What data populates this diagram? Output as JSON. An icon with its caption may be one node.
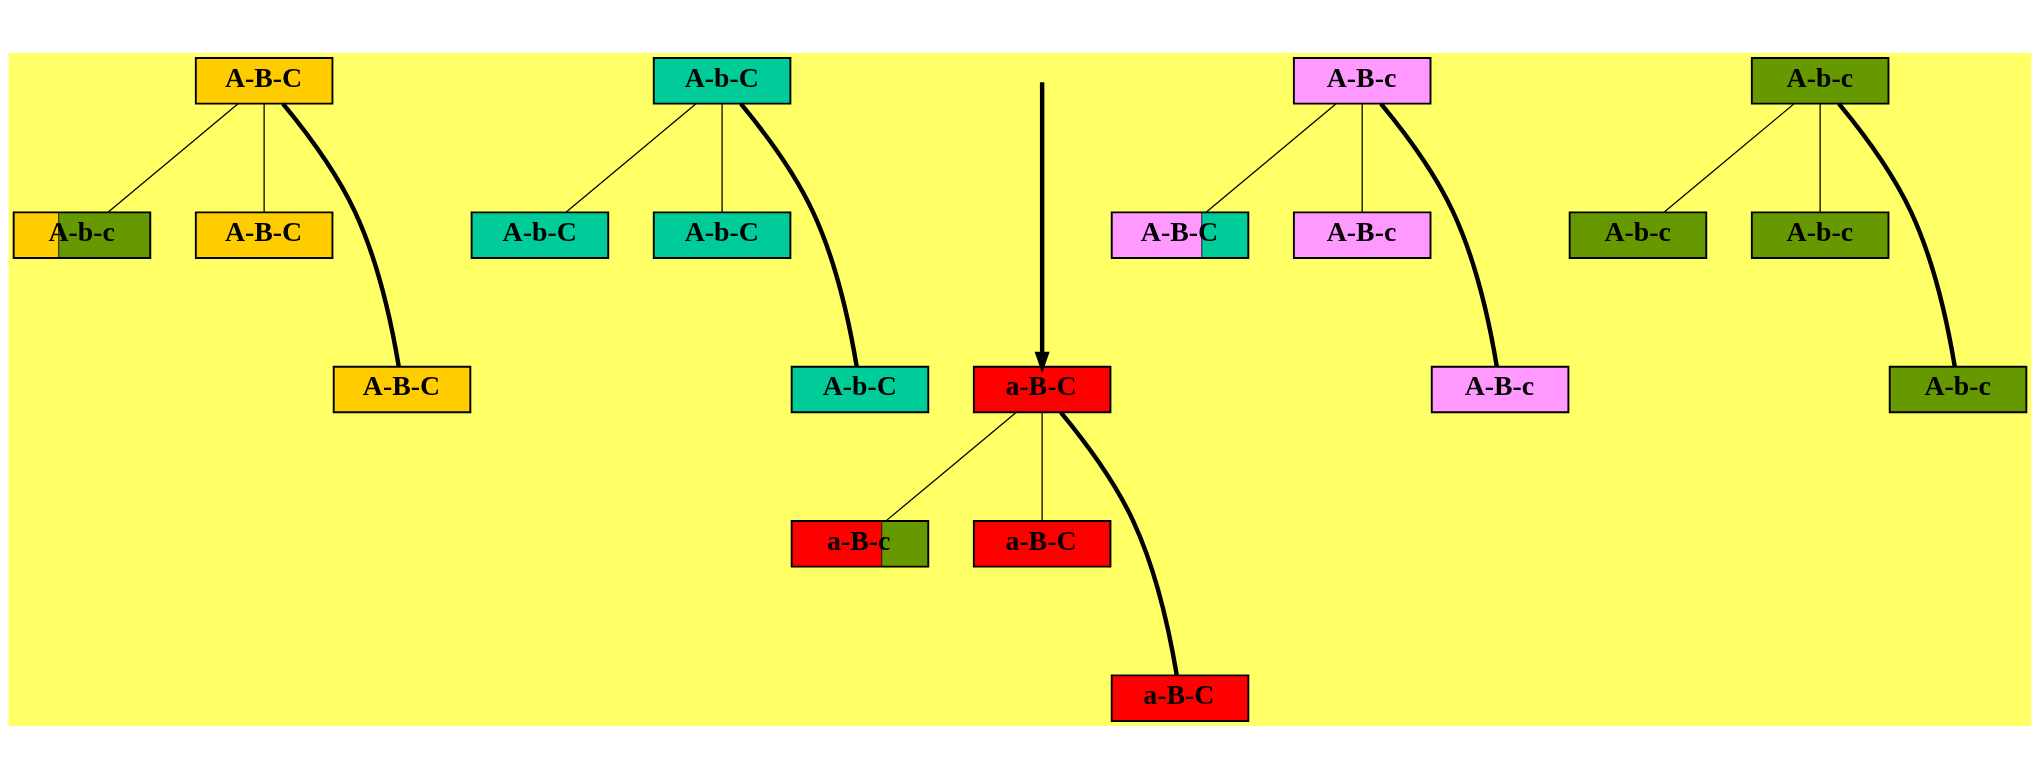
{
  "diagram": {
    "nodes": [
      {
        "text": [
          "A-B-C"
        ]
      },
      {
        "text": [
          "A-b-c"
        ]
      },
      {
        "text": [
          "A-B-C"
        ]
      },
      {
        "text": [
          "A-B-C"
        ]
      },
      {
        "text": [
          "A-b-C"
        ]
      },
      {
        "text": [
          "A-b-C"
        ]
      },
      {
        "text": [
          "A-b-C"
        ]
      },
      {
        "text": [
          "A-b-C"
        ]
      },
      {
        "text": [
          "a-B-C"
        ]
      },
      {
        "text": [
          "a-B-c"
        ]
      },
      {
        "text": [
          "a-B-C"
        ]
      },
      {
        "text": [
          "a-B-C"
        ]
      },
      {
        "text": [
          "A-B-c"
        ]
      },
      {
        "text": [
          "A-B-C"
        ]
      },
      {
        "text": [
          "A-B-c"
        ]
      },
      {
        "text": [
          "A-B-c"
        ]
      },
      {
        "text": [
          "A-b-c"
        ]
      },
      {
        "text": [
          "A-b-c"
        ]
      },
      {
        "text": [
          "A-b-c"
        ]
      },
      {
        "text": [
          "A-b-c"
        ]
      }
    ],
    "edges": [
      {
        "from": 0,
        "to": 1,
        "arrow": "none"
      },
      {
        "from": 0,
        "to": 2,
        "arrow": "none"
      },
      {
        "from": 0,
        "to": 3,
        "arrow": "none",
        "style": "thick"
      },
      {
        "from": 4,
        "to": 5,
        "arrow": "none"
      },
      {
        "from": 4,
        "to": 6,
        "arrow": "none"
      },
      {
        "from": 4,
        "to": 7,
        "arrow": "none",
        "style": "thick"
      },
      {
        "from": null,
        "to": 8,
        "arrow": "to",
        "style": "thick"
      },
      {
        "from": 8,
        "to": 9,
        "arrow": "none"
      },
      {
        "from": 8,
        "to": 10,
        "arrow": "none"
      },
      {
        "from": 8,
        "to": 11,
        "arrow": "none",
        "style": "thick"
      },
      {
        "from": 12,
        "to": 13,
        "arrow": "none"
      },
      {
        "from": 12,
        "to": 14,
        "arrow": "none"
      },
      {
        "from": 12,
        "to": 15,
        "arrow": "none",
        "style": "thick"
      },
      {
        "from": 16,
        "to": 17,
        "arrow": "none"
      },
      {
        "from": 16,
        "to": 18,
        "arrow": "none"
      },
      {
        "from": 16,
        "to": 19,
        "arrow": "none",
        "style": "thick"
      }
    ]
  }
}
